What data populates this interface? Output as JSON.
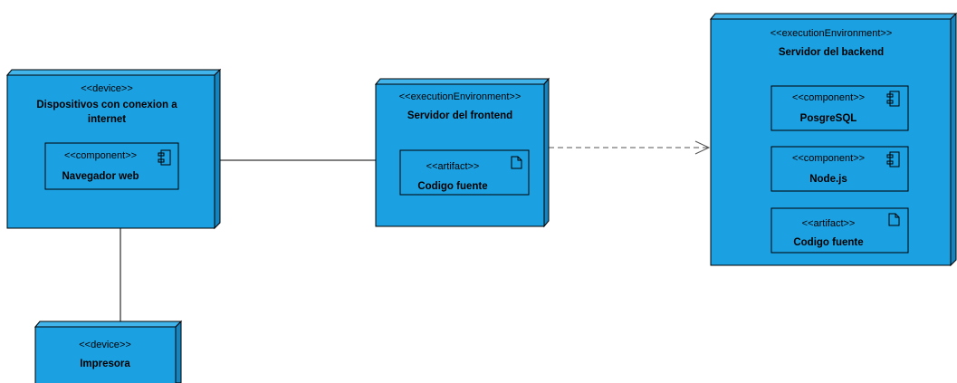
{
  "diagram": {
    "nodes": {
      "dispositivos": {
        "stereotype": "<<device>>",
        "name_line1": "Dispositivos con conexion a",
        "name_line2": "internet",
        "component": {
          "stereotype": "<<component>>",
          "name": "Navegador web"
        }
      },
      "impresora": {
        "stereotype": "<<device>>",
        "name": "Impresora"
      },
      "frontend": {
        "stereotype": "<<executionEnvironment>>",
        "name": "Servidor del frontend",
        "artifact": {
          "stereotype": "<<artifact>>",
          "name": "Codigo fuente"
        }
      },
      "backend": {
        "stereotype": "<<executionEnvironment>>",
        "name": "Servidor del backend",
        "component1": {
          "stereotype": "<<component>>",
          "name": "PosgreSQL"
        },
        "component2": {
          "stereotype": "<<component>>",
          "name": "Node.js"
        },
        "artifact": {
          "stereotype": "<<artifact>>",
          "name": "Codigo fuente"
        }
      }
    },
    "colors": {
      "node_fill": "#1ba1e2",
      "node_side": "#1583bd",
      "node_top": "#42b4ec",
      "line": "#000000",
      "dependency": "#555555"
    }
  }
}
